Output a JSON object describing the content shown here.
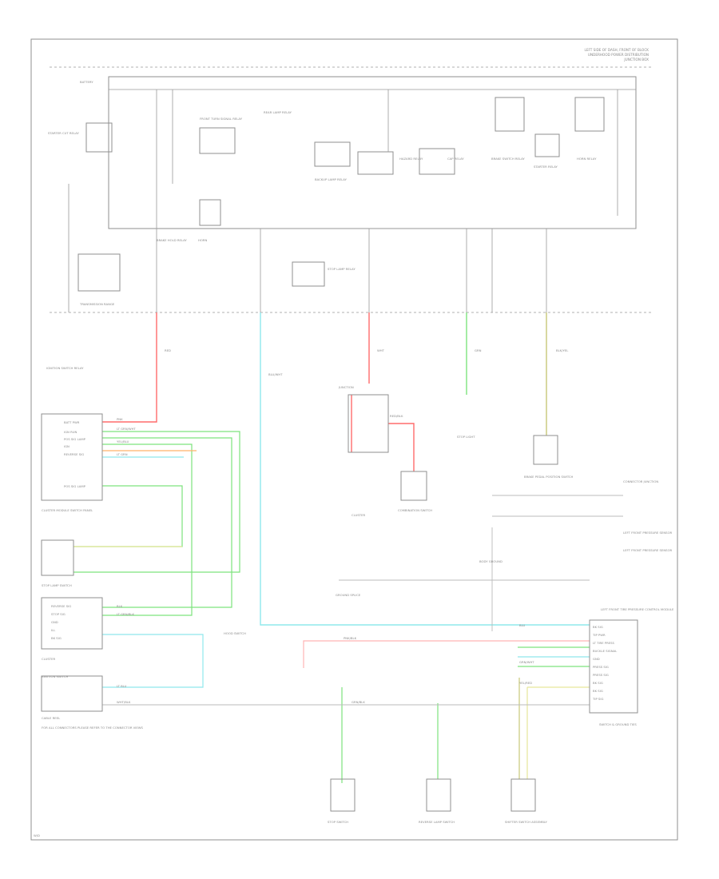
{
  "labels": {
    "top_right_title": "LEFT SIDE OF DASH, FRONT OF BLOCK",
    "top_right_sub1": "UNDERHOOD POWER DISTRIBUTION",
    "top_right_sub2": "JUNCTION BOX",
    "bus_label": "BATTERY",
    "footer_code": "W/D"
  },
  "components": [
    {
      "id": "starter_cut_relay",
      "text": "STARTER CUT RELAY"
    },
    {
      "id": "front_turn_relay",
      "text": "FRONT TURN SIGNAL RELAY"
    },
    {
      "id": "rear_lamp_relay",
      "text": "REAR LAMP RELAY"
    },
    {
      "id": "backup_lamp_relay",
      "text": "BACKUP LAMP RELAY"
    },
    {
      "id": "hazard_relay",
      "text": "HAZARD RELAY"
    },
    {
      "id": "cap_relay",
      "text": "CAP RELAY"
    },
    {
      "id": "brake_relay",
      "text": "BRAKE SWITCH RELAY"
    },
    {
      "id": "horn_relay",
      "text": "HORN RELAY"
    },
    {
      "id": "starter_relay",
      "text": "STARTER RELAY"
    },
    {
      "id": "stop_lamp_relay",
      "text": "STOP LAMP RELAY"
    },
    {
      "id": "trans_range",
      "text": "TRANSMISSION RANGE"
    },
    {
      "id": "horn_left",
      "text": "HORN"
    },
    {
      "id": "brake_hold",
      "text": "BRAKE HOLD RELAY"
    },
    {
      "id": "ignition_switch",
      "text": "IGNITION SWITCH RELAY"
    },
    {
      "id": "junction_a",
      "text": "JUNCTION"
    },
    {
      "id": "cluster_module",
      "text": "CLUSTER MODULE SWITCH PANEL"
    },
    {
      "id": "stop_lamp_left",
      "text": "STOP LAMP SWITCH"
    },
    {
      "id": "cluster",
      "text": "CLUSTER"
    },
    {
      "id": "combination",
      "text": "COMBINATION SWITCH"
    },
    {
      "id": "stop_light",
      "text": "STOP LIGHT"
    },
    {
      "id": "brake_switch",
      "text": "BRAKE PEDAL POSITION SWITCH"
    },
    {
      "id": "jb_right1",
      "text": "CONNECTOR JUNCTION"
    },
    {
      "id": "jb_right2",
      "text": "LEFT FRONT PRESSURE SENSOR"
    },
    {
      "id": "jb_right3",
      "text": "LEFT FRONT PRESSURE SENSOR"
    },
    {
      "id": "right_module",
      "text": "LEFT FRONT TIRE PRESSURE CONTROL MODULE"
    },
    {
      "id": "ignition_b",
      "text": "IGNITION SWITCH"
    },
    {
      "id": "cluster_b",
      "text": "CLUSTER"
    },
    {
      "id": "cable_reel",
      "text": "CABLE REEL"
    },
    {
      "id": "bottom_left_note",
      "text": "FOR ALL CONNECTORS PLEASE REFER TO THE CONNECTOR VIEWS"
    },
    {
      "id": "stop_bottom",
      "text": "STOP SWITCH"
    },
    {
      "id": "reverse_lamp",
      "text": "REVERSE LAMP SWITCH"
    },
    {
      "id": "shifter",
      "text": "SHIFTER SWITCH ASSEMBLY"
    },
    {
      "id": "right_bottom_note",
      "text": "SWITCH & GROUND TIES"
    },
    {
      "id": "ground_note",
      "text": "GROUND SPLICE"
    },
    {
      "id": "hood_note",
      "text": "HOOD SWITCH"
    },
    {
      "id": "body_ground",
      "text": "BODY GROUND"
    }
  ],
  "pin_labels_left_module": [
    "BATT PWR",
    "IGN RUN",
    "POS SIG LAMP",
    "IGN",
    "REVERSE SIG",
    "",
    "POS SIG LAMP"
  ],
  "pin_labels_mid_module": [
    "REVERSE SIG",
    "STOP SIG",
    "GND",
    "ILL",
    "BK SIG"
  ],
  "pin_labels_right_module": [
    "BK SIG",
    "TIP PWR",
    "LT TIRE PRESS",
    "BUCKLE SIGNAL",
    "GND",
    "PRESS SIG",
    "PRESS SIG",
    "BK SIG",
    "BK SIG",
    "TIP SIG"
  ],
  "wire_labels": [
    "PNK",
    "LT GRN/WHT",
    "YEL/BLU",
    "LT GRN",
    "RED",
    "BLU/WHT",
    "WHT",
    "BLK",
    "LT GRN/BLK",
    "RED/BLK",
    "PNK/BLK",
    "GRN",
    "BLU",
    "GRN/WHT",
    "YEL/RED",
    "LT BLU",
    "BLK/YEL",
    "WHT/BLK",
    "GRN/BLK"
  ],
  "colors": {
    "red": "#ff6b6b",
    "green": "#7de37d",
    "cyan": "#8fe8ec",
    "yellow": "#e6e69a",
    "olive": "#c8c878",
    "pink": "#ffb3b3",
    "gray": "#9a9a9a"
  }
}
